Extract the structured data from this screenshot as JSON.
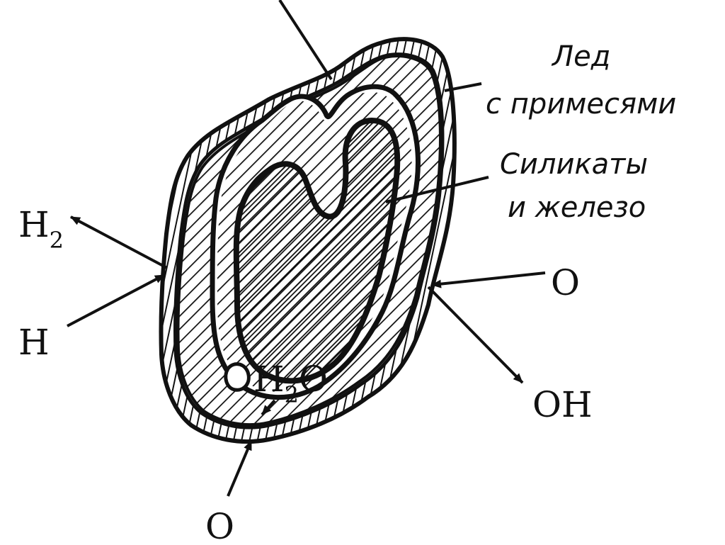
{
  "labels": {
    "ice_line1": "Лед",
    "ice_line2": "с примесями",
    "silicates_line1": "Силикаты",
    "silicates_line2": "и железо",
    "h2_main": "H",
    "h2_sub": "2",
    "h": "H",
    "o_right": "O",
    "oh": "OH",
    "h2o_h": "H",
    "h2o_sub": "2",
    "h2o_o": "O",
    "o_bottom": "O"
  },
  "colors": {
    "ink": "#111111",
    "background": "#ffffff"
  }
}
